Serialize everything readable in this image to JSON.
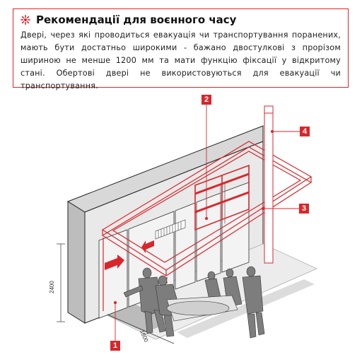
{
  "note": {
    "title": "Рекомендації для воєнного часу",
    "text": "Двері, через які проводиться евакуація чи транспортування поранених, мають бути достатньо широкими - бажано двостулкові з прорізом шириною не менше 1200 мм та мати функцію фіксації у відкритому стані. Обертові двері не використовуються для евакуації чи транспортування.",
    "icon": "alert-burst-icon"
  },
  "callouts": {
    "c1": "1",
    "c2": "2",
    "c3": "3",
    "c4": "4"
  },
  "dimensions": {
    "height": "2400",
    "width": "1800"
  },
  "colors": {
    "accent": "#d9262b",
    "line": "#2a2a2a",
    "wall": "#c9c9c9"
  }
}
